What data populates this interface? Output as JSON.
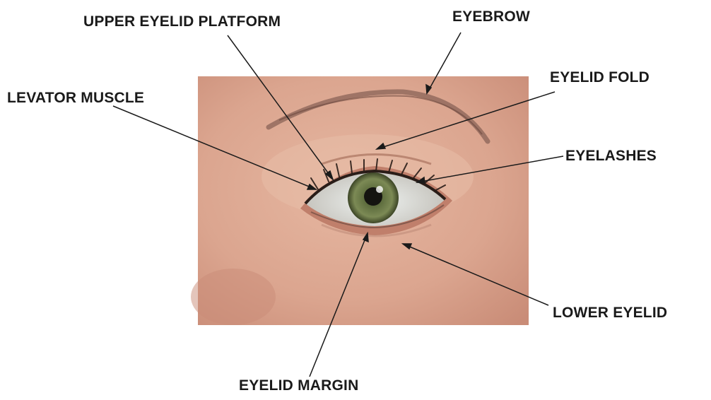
{
  "labels": {
    "upper_eyelid_platform": "UPPER EYELID PLATFORM",
    "eyebrow": "EYEBROW",
    "levator_muscle": "LEVATOR MUSCLE",
    "eyelid_fold": "EYELID FOLD",
    "eyelashes": "EYELASHES",
    "lower_eyelid": "LOWER EYELID",
    "eyelid_margin": "EYELID MARGIN"
  },
  "photo": {
    "subject": "eye",
    "skin_color": "#dba58f",
    "iris_color": "#6f7f4a"
  },
  "colors": {
    "label_text": "#1a1a1a",
    "arrow": "#1a1a1a"
  }
}
